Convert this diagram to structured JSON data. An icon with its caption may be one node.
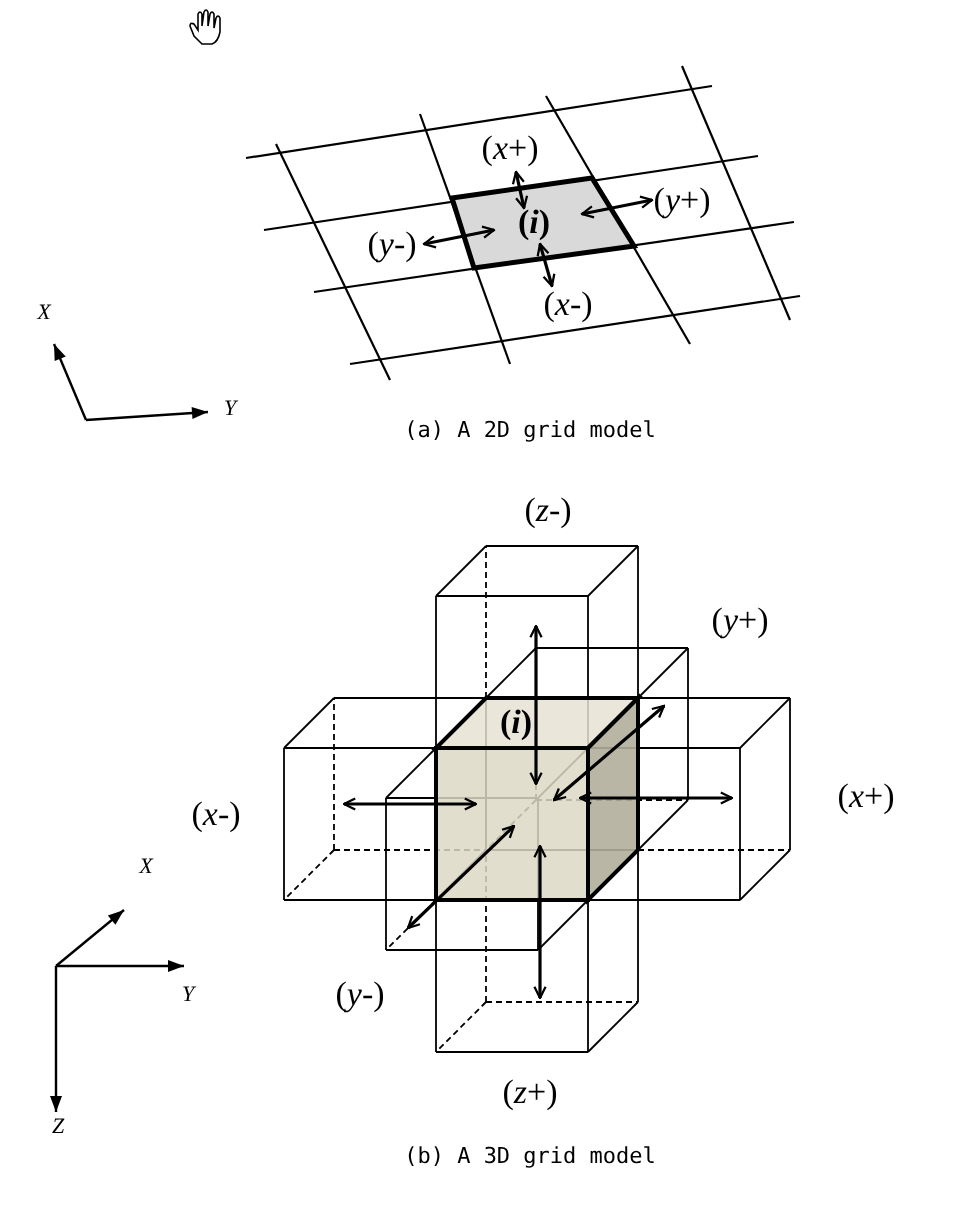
{
  "diagram": {
    "nodes": [
      {
        "text": [
          "(*x*+)"
        ]
      },
      {
        "text": [
          "(*i*)"
        ]
      },
      {
        "text": [
          "(*y*+)"
        ]
      },
      {
        "text": [
          "(*y*-)"
        ]
      },
      {
        "text": [
          "(*x*-)"
        ]
      },
      {
        "text": [
          "(*i*)"
        ]
      }
    ],
    "edges": [
      {
        "from": 1,
        "to": 0,
        "arrow": "both"
      },
      {
        "from": 1,
        "to": 2,
        "arrow": "both"
      },
      {
        "from": 1,
        "to": 3,
        "arrow": "both"
      },
      {
        "from": 1,
        "to": 4,
        "arrow": "both"
      }
    ],
    "labels": [
      "X",
      "Y",
      "(a) A 2D grid model",
      "(*z*-)",
      "(*y*+)",
      "(*x*-)",
      "(*x*+)",
      "X",
      "(*y*-)",
      "Y",
      "(*z*+)",
      "Z",
      "(b) A 3D grid model"
    ]
  }
}
